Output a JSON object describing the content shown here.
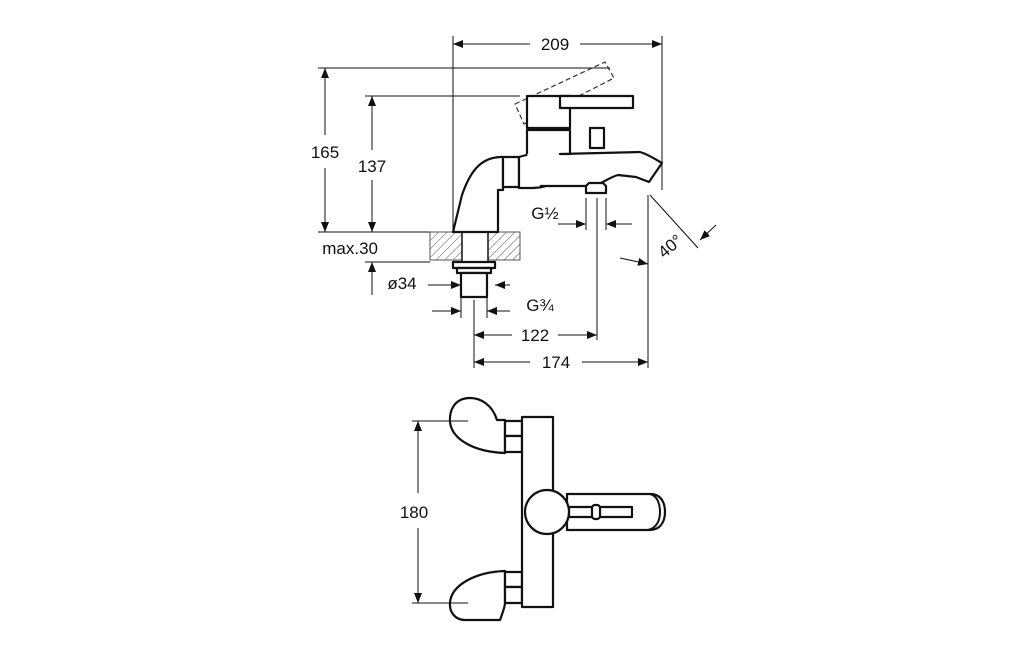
{
  "side_view": {
    "dim_width_total": "209",
    "dim_height_total": "165",
    "dim_height_spout": "137",
    "dim_max_thickness": "max.30",
    "dim_hole_diameter": "ø34",
    "dim_inlet_thread": "G¾",
    "dim_outlet_thread": "G½",
    "dim_outlet_reach": "122",
    "dim_spout_reach": "174",
    "dim_spout_angle": "40°"
  },
  "top_view": {
    "dim_inlet_spacing": "180"
  }
}
